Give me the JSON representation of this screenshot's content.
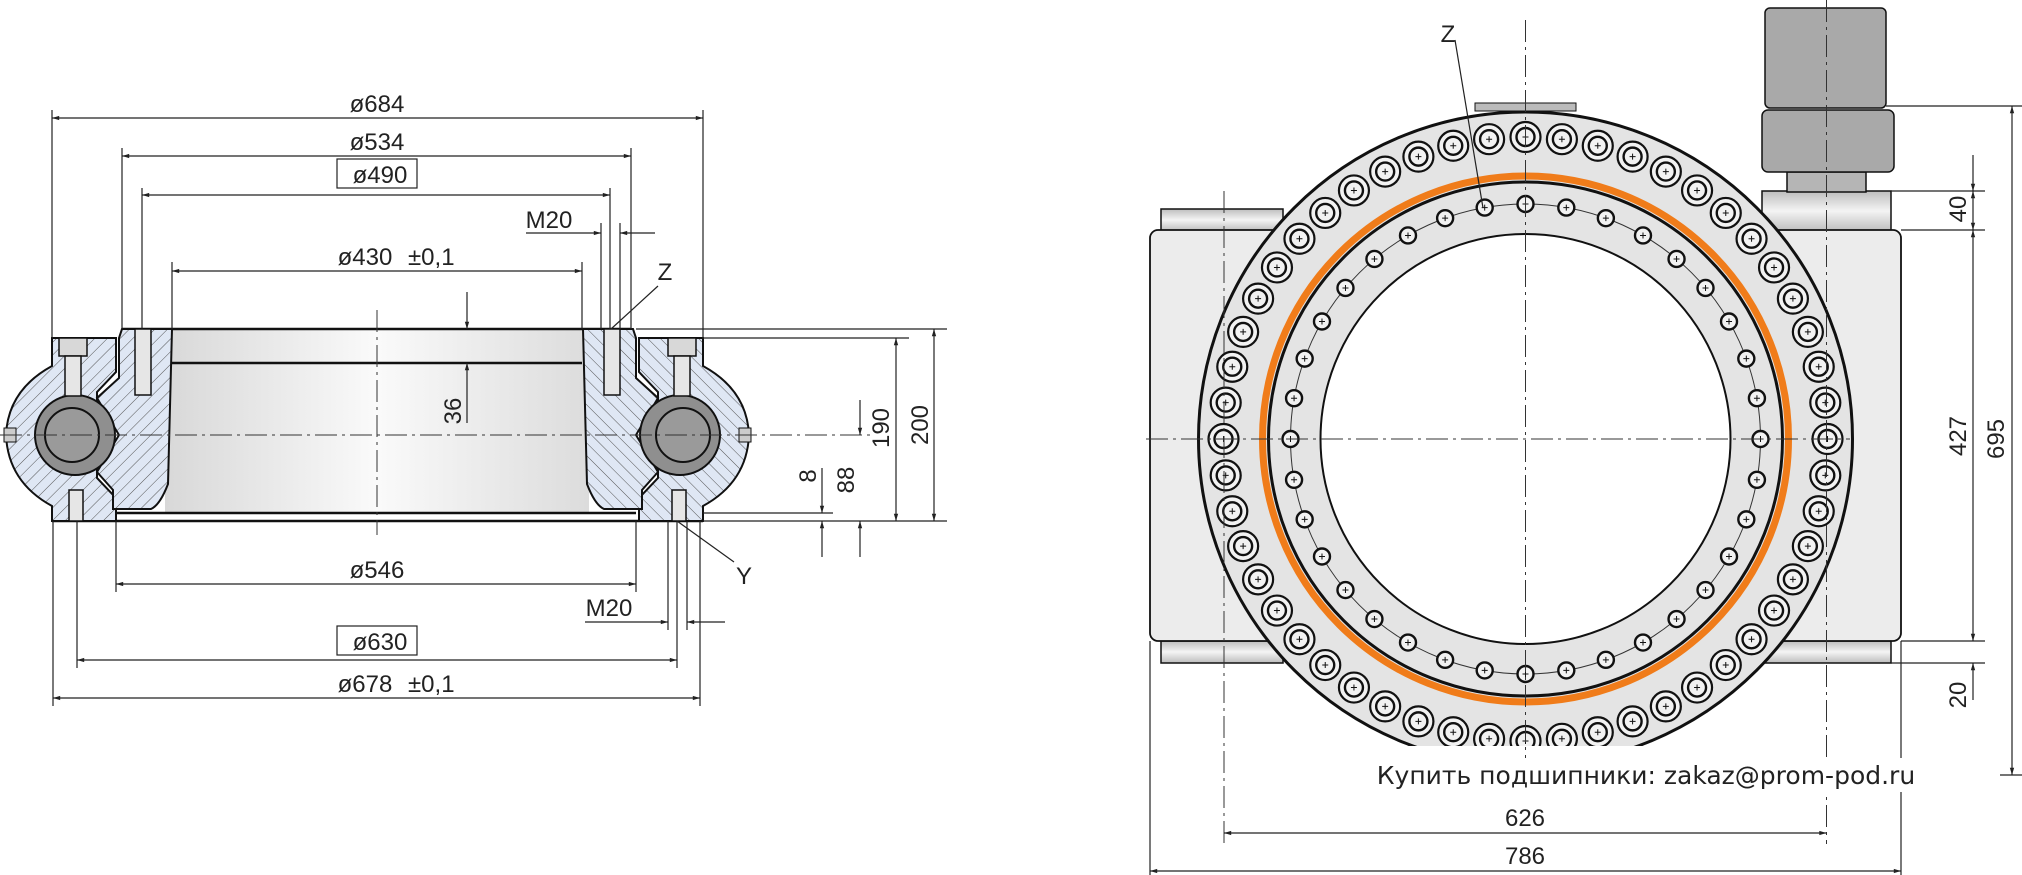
{
  "section_view": {
    "dims": {
      "d684": "ø684",
      "d534": "ø534",
      "d490": "ø490",
      "m20_top": "M20",
      "d430": "ø430",
      "d430_tol": "±0,1",
      "h36": "36",
      "h190": "190",
      "h200": "200",
      "h8": "8",
      "h88": "88",
      "d546": "ø546",
      "m20_bottom": "M20",
      "d630": "ø630",
      "d678": "ø678",
      "d678_tol": "±0,1"
    },
    "labels": {
      "z": "Z",
      "y": "Y"
    }
  },
  "top_view": {
    "dims": {
      "h40": "40",
      "h427": "427",
      "h20": "20",
      "h695": "695",
      "w626": "626",
      "w786": "786"
    },
    "labels": {
      "z": "Z"
    },
    "colors": {
      "seal_ring": "#f07c1a",
      "housing": "#ececec",
      "motor": "#a9a9a9"
    }
  },
  "footer": {
    "contact": "Купить подшипники: zakaz@prom-pod.ru"
  }
}
